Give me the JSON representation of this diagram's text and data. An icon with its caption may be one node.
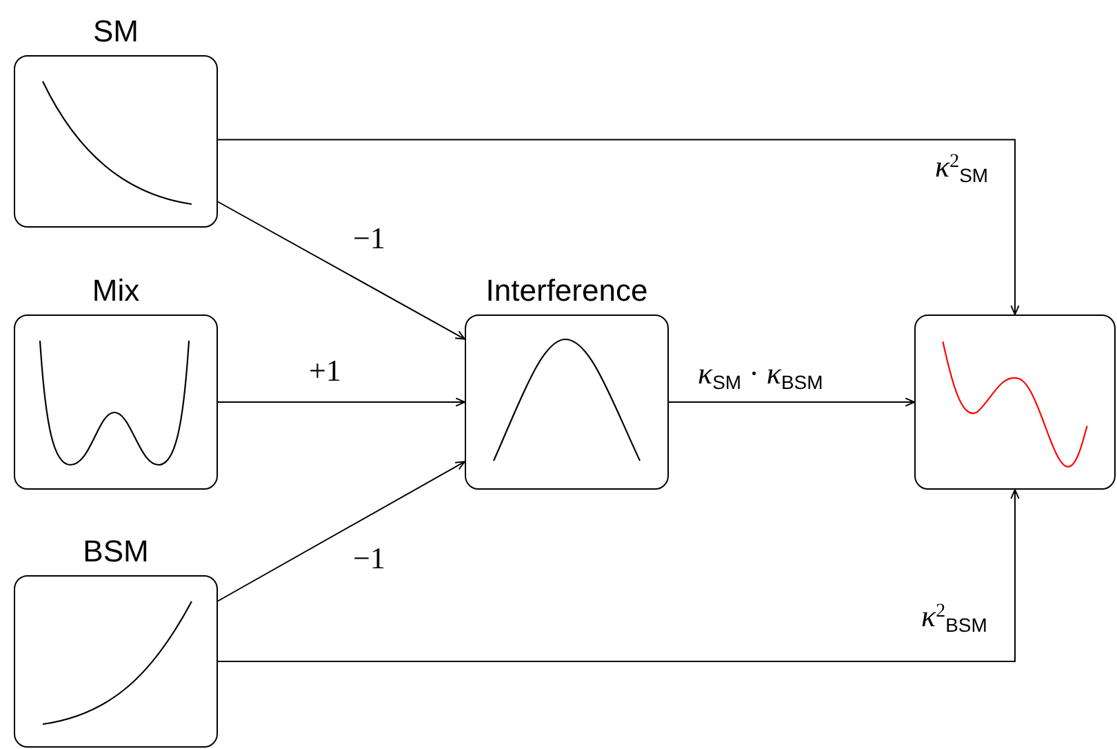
{
  "diagram": {
    "nodes": [
      {
        "text": [
          "SM"
        ]
      },
      {
        "text": [
          "Mix"
        ]
      },
      {
        "text": [
          "BSM"
        ]
      },
      {
        "text": [
          "Interference"
        ]
      },
      {
        "text": [],
        "shape": "picture"
      }
    ],
    "edges": [
      {
        "from": 0,
        "to": 3,
        "arrow": "to",
        "label": "−1"
      },
      {
        "from": 1,
        "to": 3,
        "arrow": "to",
        "label": "+1"
      },
      {
        "from": 2,
        "to": 3,
        "arrow": "to",
        "label": "−1"
      },
      {
        "from": 3,
        "to": 4,
        "arrow": "to",
        "label": "*κ*$_{SM}$ · *κ*$_{BSM}$"
      },
      {
        "from": 0,
        "to": 4,
        "arrow": "to",
        "label": "*κ*$^{2}$$_{SM}$"
      },
      {
        "from": 2,
        "to": 4,
        "arrow": "to",
        "label": "*κ*$^{2}$$_{BSM}$"
      }
    ]
  }
}
